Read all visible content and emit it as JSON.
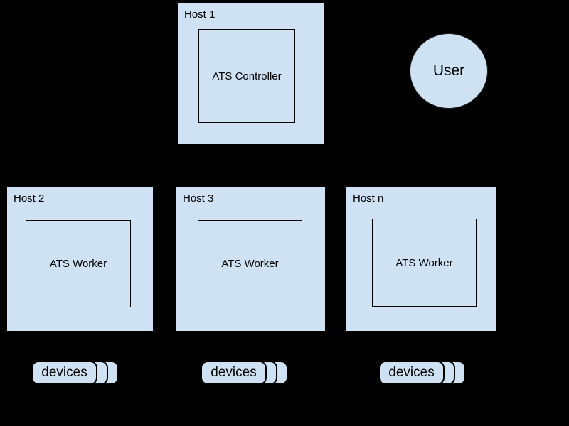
{
  "colors": {
    "background": "#000000",
    "node_fill": "#cfe2f3",
    "stroke": "#000000",
    "text": "#000000"
  },
  "hosts": [
    {
      "label": "Host 1",
      "component": "ATS Controller"
    },
    {
      "label": "Host 2",
      "component": "ATS Worker"
    },
    {
      "label": "Host 3",
      "component": "ATS Worker"
    },
    {
      "label": "Host n",
      "component": "ATS Worker"
    }
  ],
  "user": {
    "label": "User"
  },
  "devices": [
    {
      "label": "devices"
    },
    {
      "label": "devices"
    },
    {
      "label": "devices"
    }
  ]
}
